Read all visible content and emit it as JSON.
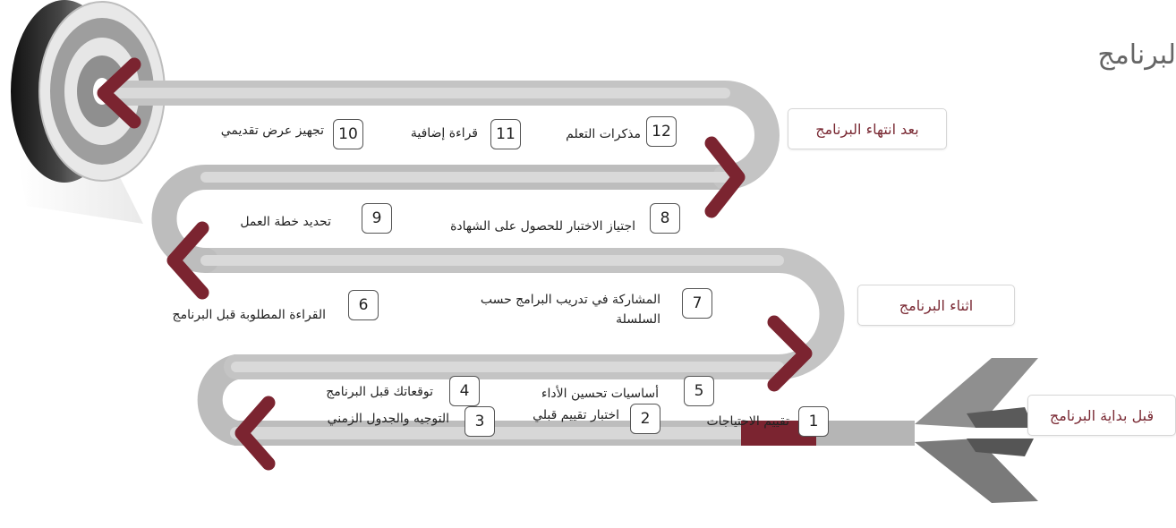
{
  "title": "لبرنامج",
  "phases": {
    "before": "قبل بداية البرنامج",
    "during": "اثناء البرنامج",
    "after": "بعد انتهاء البرنامج"
  },
  "steps": [
    {
      "num": "1",
      "label": "تقييم الاحتياجات"
    },
    {
      "num": "2",
      "label": "اختبار تقييم قبلي"
    },
    {
      "num": "3",
      "label": "التوجيه والجدول الزمني"
    },
    {
      "num": "4",
      "label": "توقعاتك قبل البرنامج"
    },
    {
      "num": "5",
      "label": "أساسيات تحسين الأداء"
    },
    {
      "num": "6",
      "label": "القراءة المطلوبة قبل البرنامج"
    },
    {
      "num": "7",
      "label": "المشاركة في تدريب البرامج حسب السلسلة"
    },
    {
      "num": "8",
      "label": "اجتياز الاختبار للحصول على الشهادة"
    },
    {
      "num": "9",
      "label": "تحديد خطة العمل"
    },
    {
      "num": "10",
      "label": "تجهيز عرض تقديمي"
    },
    {
      "num": "11",
      "label": "قراءة إضافية"
    },
    {
      "num": "12",
      "label": "مذكرات التعلم"
    }
  ],
  "colors": {
    "arrow": "#7b2430",
    "track": "#c2c2c2",
    "track_light": "#d9d9d9"
  }
}
